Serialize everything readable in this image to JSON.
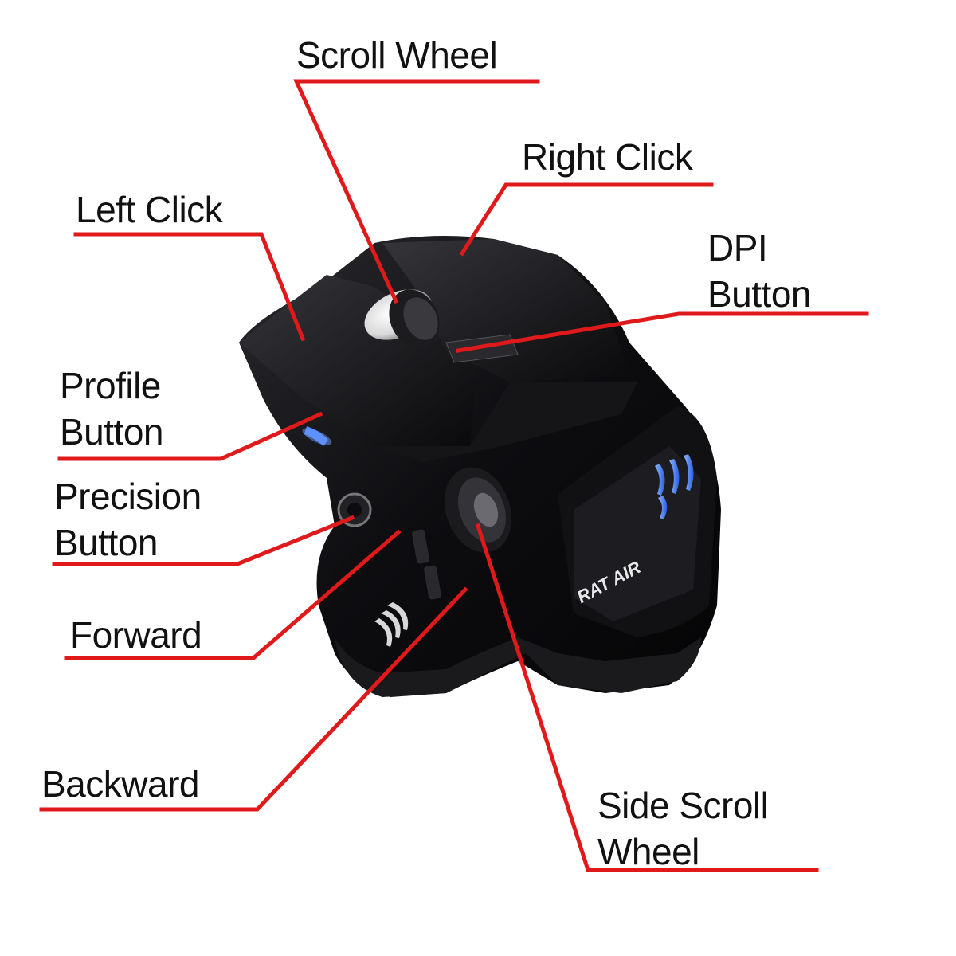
{
  "labels": {
    "scroll_wheel": [
      "Scroll Wheel"
    ],
    "right_click": [
      "Right Click"
    ],
    "left_click": [
      "Left Click"
    ],
    "dpi_button": [
      "DPI",
      "Button"
    ],
    "profile_button": [
      "Profile",
      "Button"
    ],
    "precision_button": [
      "Precision",
      "Button"
    ],
    "forward": [
      "Forward"
    ],
    "backward": [
      "Backward"
    ],
    "side_scroll_wheel": [
      "Side Scroll",
      "Wheel"
    ]
  },
  "logo_text": "RAT AIR",
  "colors": {
    "leader_line": "#e0191b",
    "label_text": "#111111",
    "mouse_body": "#0c0c0e",
    "accent_led": "#3a7bff"
  }
}
